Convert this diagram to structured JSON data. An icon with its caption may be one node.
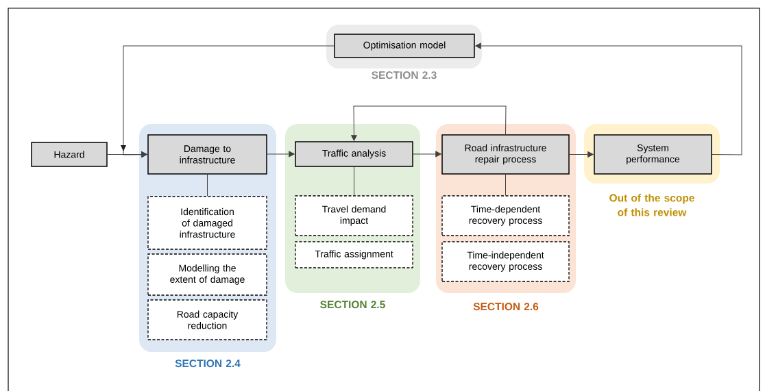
{
  "diagram": {
    "nodes": [
      {
        "text": [
          "SECTION 2.3"
        ]
      },
      {
        "text": [
          "Optimisation model"
        ],
        "in": 0
      },
      {
        "text": [
          "Hazard"
        ]
      },
      {
        "text": [
          "SECTION 2.4"
        ]
      },
      {
        "text": [
          "Damage to infrastructure"
        ],
        "in": 3
      },
      {
        "text": [
          "Identification of damaged infrastructure"
        ],
        "in": 3
      },
      {
        "text": [
          "Modelling the extent of damage"
        ],
        "in": 3
      },
      {
        "text": [
          "Road capacity reduction"
        ],
        "in": 3
      },
      {
        "text": [
          "SECTION 2.5"
        ]
      },
      {
        "text": [
          "Traffic analysis"
        ],
        "in": 8
      },
      {
        "text": [
          "Travel demand impact"
        ],
        "in": 8
      },
      {
        "text": [
          "Traffic assignment"
        ],
        "in": 8
      },
      {
        "text": [
          "SECTION 2.6"
        ]
      },
      {
        "text": [
          "Road infrastructure repair process"
        ],
        "in": 12
      },
      {
        "text": [
          "Time-dependent recovery process"
        ],
        "in": 12
      },
      {
        "text": [
          "Time-independent recovery process"
        ],
        "in": 12
      },
      {
        "text": [
          "Out of the scope of this review"
        ]
      },
      {
        "text": [
          "System performance"
        ],
        "in": 16
      }
    ],
    "edges": [
      {
        "from": 2,
        "to": 4,
        "arrow": "to"
      },
      {
        "from": 1,
        "to": 4,
        "arrow": "to"
      },
      {
        "from": 4,
        "to": 9,
        "arrow": "to"
      },
      {
        "from": 9,
        "to": 13,
        "arrow": "to"
      },
      {
        "from": 13,
        "to": 9,
        "arrow": "to"
      },
      {
        "from": 13,
        "to": 17,
        "arrow": "to"
      },
      {
        "from": 17,
        "to": 1,
        "arrow": "to"
      },
      {
        "from": 4,
        "to": 5,
        "arrow": "none"
      },
      {
        "from": 9,
        "to": 10,
        "arrow": "none"
      },
      {
        "from": 13,
        "to": 14,
        "arrow": "none"
      }
    ]
  }
}
